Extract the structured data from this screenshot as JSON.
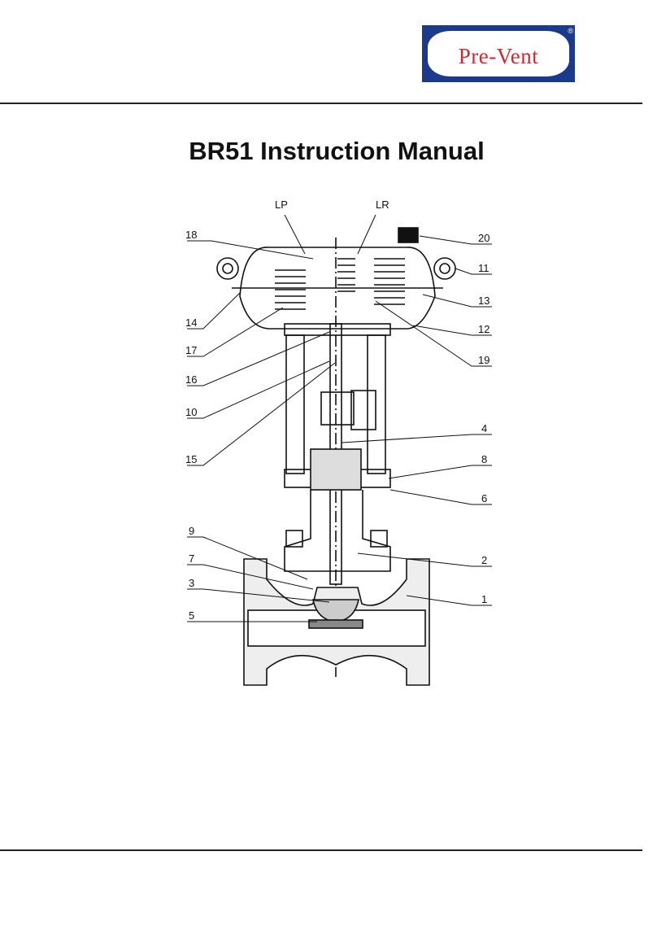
{
  "header": {
    "logo_text": "Pre-Vent",
    "logo_registered": "®",
    "brand_color": "#1b3a8c",
    "logo_text_color": "#d0282e"
  },
  "document": {
    "title": "BR51 Instruction Manual"
  },
  "drawing": {
    "top_labels": [
      "LP",
      "LR"
    ],
    "left_callouts": [
      "18",
      "14",
      "17",
      "16",
      "10",
      "15",
      "9",
      "7",
      "3",
      "5"
    ],
    "right_callouts": [
      "20",
      "11",
      "13",
      "12",
      "19",
      "4",
      "8",
      "6",
      "2",
      "1"
    ]
  }
}
